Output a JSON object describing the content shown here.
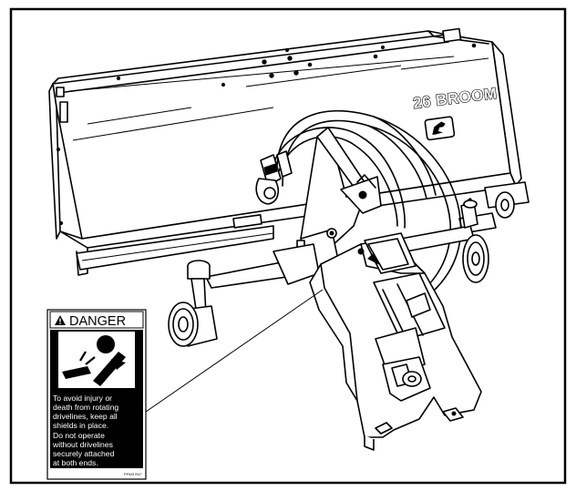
{
  "machine_label": "26 BROOM",
  "danger_decal": {
    "title": "DANGER",
    "warning_lines": [
      "To avoid injury or",
      "death from rotating",
      "drivelines, keep all",
      "shields in place.",
      "Do not operate",
      "without drivelines",
      "securely attached",
      "at both ends."
    ],
    "part_code": "PFW3 R47"
  },
  "icons": {
    "logo": "deer-logo-icon",
    "safety_alert": "warning-triangle-icon",
    "hazard_pictogram": "driveline-entanglement-icon"
  }
}
